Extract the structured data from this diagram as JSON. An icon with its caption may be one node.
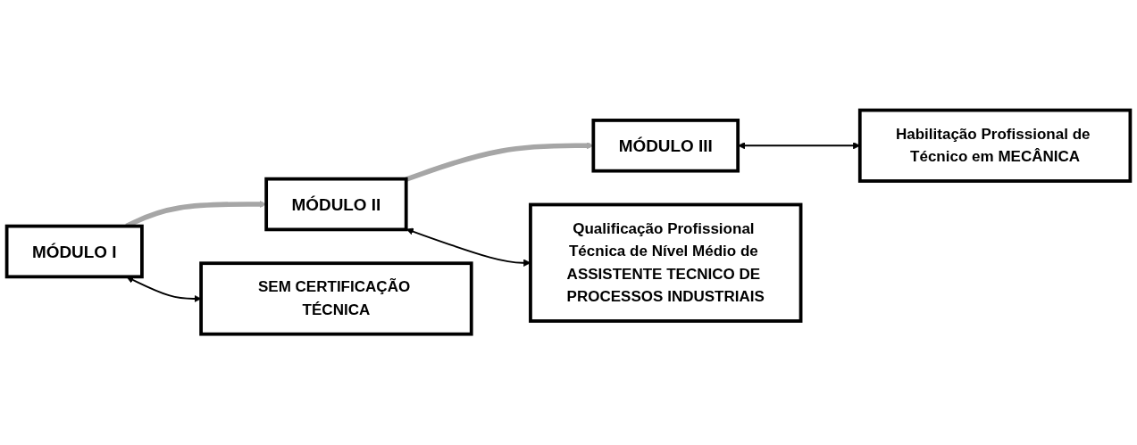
{
  "diagram": {
    "nodes": [
      {
        "text": [
          "MÓDULO I"
        ]
      },
      {
        "text": [
          "MÓDULO II"
        ]
      },
      {
        "text": [
          "MÓDULO III"
        ]
      },
      {
        "text": [
          "SEM CERTIFICAÇÃO TÉCNICA"
        ]
      },
      {
        "text": [
          "Qualificação Profissional Técnica de Nível Médio de ASSISTENTE TECNICO DE PROCESSOS INDUSTRIAIS"
        ]
      },
      {
        "text": [
          "Habilitação Profissional de Técnico em MECÂNICA"
        ]
      }
    ],
    "edges": [
      {
        "from": 0,
        "to": 1,
        "arrow": "to",
        "style": "thick",
        "color": "#a6a6a6"
      },
      {
        "from": 1,
        "to": 2,
        "arrow": "to",
        "style": "thick",
        "color": "#a6a6a6"
      },
      {
        "from": 0,
        "to": 3,
        "arrow": "both"
      },
      {
        "from": 1,
        "to": 4,
        "arrow": "both"
      },
      {
        "from": 2,
        "to": 5,
        "arrow": "both"
      }
    ]
  }
}
